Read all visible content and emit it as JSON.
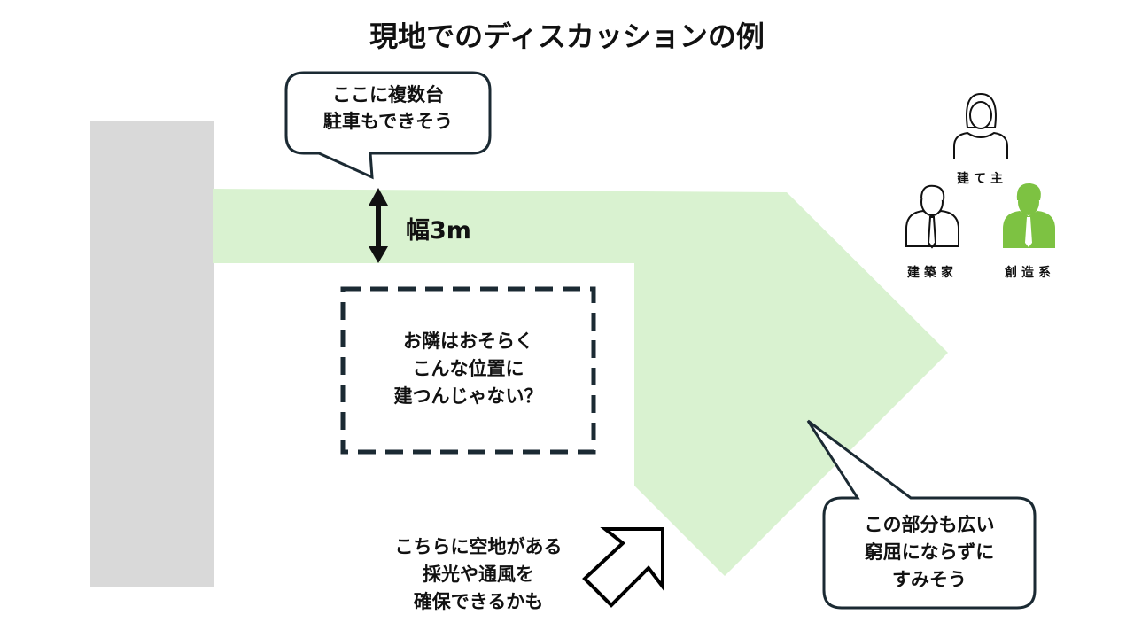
{
  "title": "現地でのディスカッションの例",
  "callout_parking": "ここに複数台\n駐車もできそう",
  "width_label": "幅3m",
  "neighbor_text": "お隣はおそらく\nこんな位置に\n建つんじゃない？",
  "open_space_text": "こちらに空地がある\n採光や通風を\n確保できるかも",
  "callout_corner": "この部分も広い\n窮屈にならずに\nすみそう",
  "people": [
    {
      "label": "建て主",
      "icon": "woman-icon"
    },
    {
      "label": "建築家",
      "icon": "man-suit-icon"
    },
    {
      "label": "創造系",
      "icon": "man-suit-icon",
      "color": "#7dc242"
    }
  ],
  "colors": {
    "road": "#d9f2d0",
    "wall": "#d9d9d9",
    "outline": "#1b2a33",
    "accent": "#7dc242"
  }
}
